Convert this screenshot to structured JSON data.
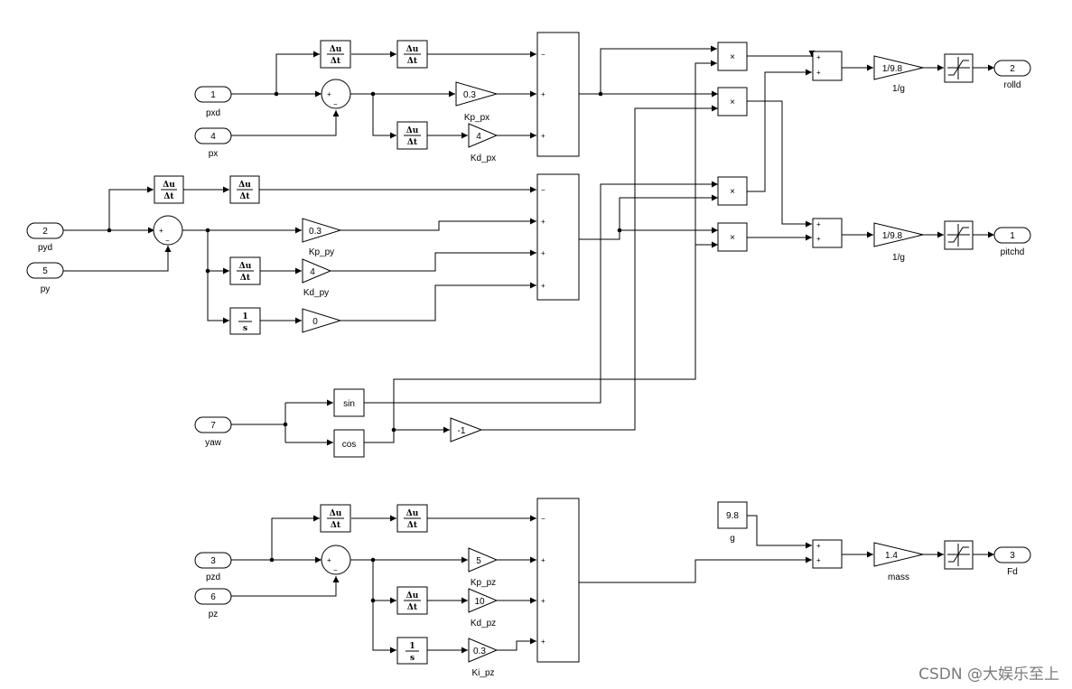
{
  "deriv": {
    "num": "Δu",
    "den": "Δt"
  },
  "integrator": {
    "num": "1",
    "den": "s"
  },
  "inports": [
    {
      "num": "1",
      "label": "pxd"
    },
    {
      "num": "4",
      "label": "px"
    },
    {
      "num": "2",
      "label": "pyd"
    },
    {
      "num": "5",
      "label": "py"
    },
    {
      "num": "7",
      "label": "yaw"
    },
    {
      "num": "3",
      "label": "pzd"
    },
    {
      "num": "6",
      "label": "pz"
    }
  ],
  "outports": [
    {
      "num": "2",
      "label": "rolld"
    },
    {
      "num": "1",
      "label": "pitchd"
    },
    {
      "num": "3",
      "label": "Fd"
    }
  ],
  "gains": {
    "kp_px": {
      "value": "0.3",
      "label": "Kp_px"
    },
    "kd_px": {
      "value": "4",
      "label": "Kd_px"
    },
    "kp_py": {
      "value": "0.3",
      "label": "Kp_py"
    },
    "kd_py": {
      "value": "4",
      "label": "Kd_py"
    },
    "ki_py": {
      "value": "0"
    },
    "neg_one": {
      "value": "-1"
    },
    "kp_pz": {
      "value": "5",
      "label": "Kp_pz"
    },
    "kd_pz": {
      "value": "10",
      "label": "Kd_pz"
    },
    "ki_pz": {
      "value": "0.3",
      "label": "Ki_pz"
    },
    "inv_g_roll": {
      "value": "1/9.8",
      "label": "1/g"
    },
    "inv_g_pitch": {
      "value": "1/9.8",
      "label": "1/g"
    },
    "mass": {
      "value": "1.4",
      "label": "mass"
    }
  },
  "trig": {
    "sin": "sin",
    "cos": "cos"
  },
  "product": {
    "symbol": "×"
  },
  "signs": {
    "plus": "+",
    "minus": "−"
  },
  "constant": {
    "value": "9.8",
    "label": "g"
  },
  "watermark": "CSDN @大娱乐至上"
}
